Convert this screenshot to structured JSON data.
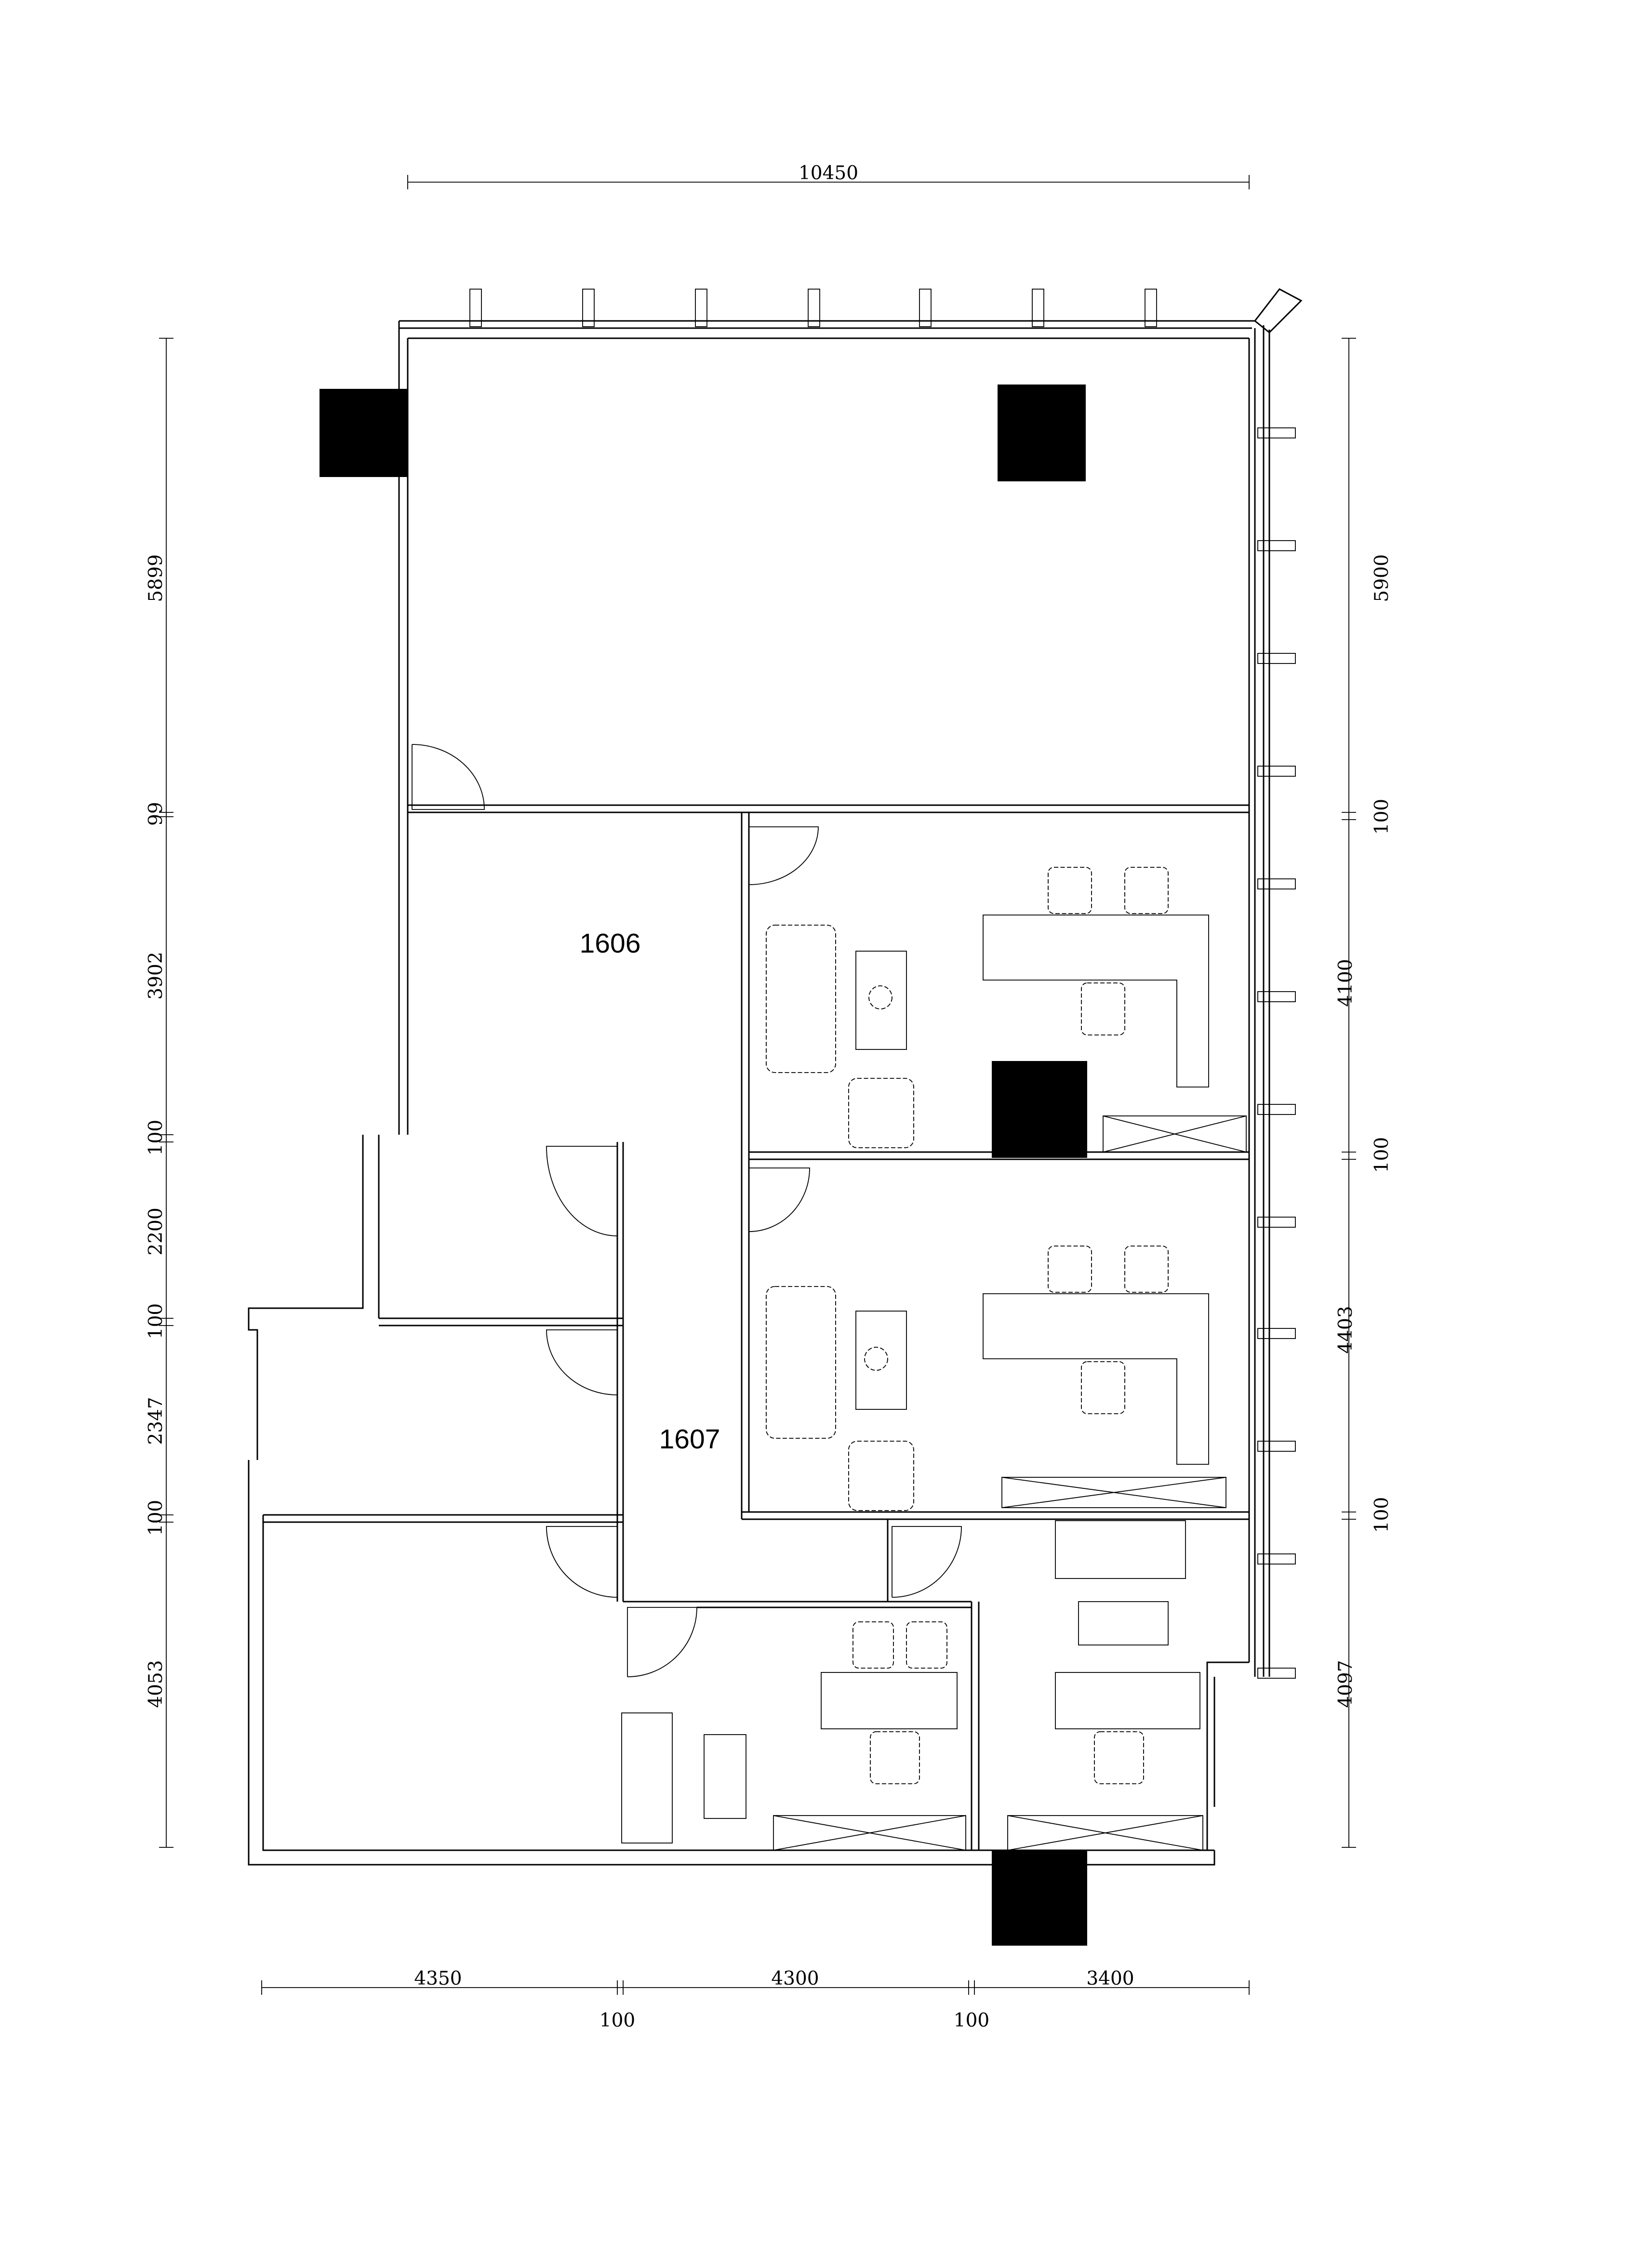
{
  "rooms": {
    "room_a": "1606",
    "room_b": "1607"
  },
  "dimensions": {
    "top": "10450",
    "left": [
      "5899",
      "99",
      "3902",
      "100",
      "2200",
      "100",
      "2347",
      "100",
      "4053"
    ],
    "right": [
      "5900",
      "100",
      "4100",
      "100",
      "4403",
      "100",
      "4097"
    ],
    "bottom": [
      "4350",
      "4300",
      "3400"
    ],
    "bottom_gaps": [
      "100",
      "100"
    ]
  },
  "colors": {
    "line": "#000000",
    "background": "#ffffff",
    "column": "#000000"
  }
}
